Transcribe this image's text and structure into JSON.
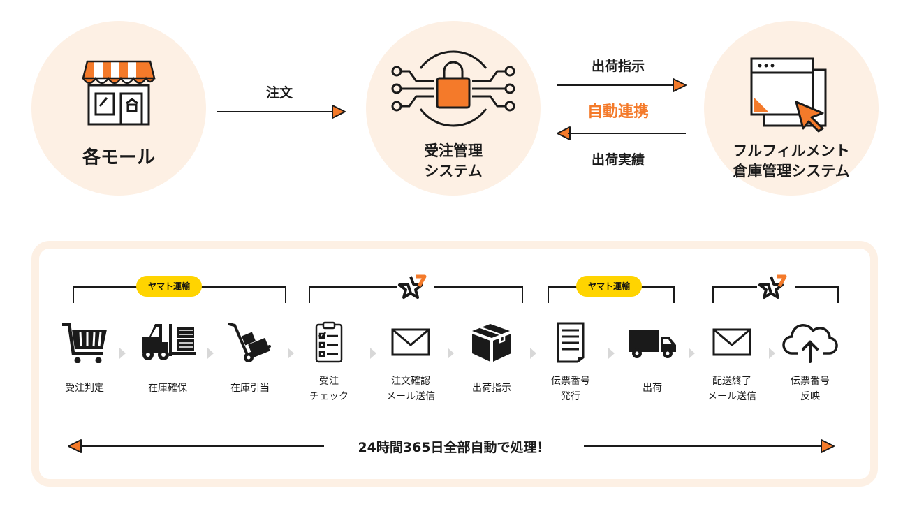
{
  "top": {
    "malls": {
      "label": "各モール"
    },
    "oms": {
      "line1": "受注管理",
      "line2": "システム"
    },
    "wms": {
      "line1": "フルフィルメント",
      "line2": "倉庫管理システム"
    },
    "order_label": "注文",
    "ship_instruction_label": "出荷指示",
    "auto_link_label": "自動連携",
    "ship_result_label": "出荷実績"
  },
  "process": {
    "badge_text": "ヤマト運輸",
    "steps": [
      {
        "line1": "受注判定",
        "line2": "",
        "icon": "shopping-cart-icon"
      },
      {
        "line1": "在庫確保",
        "line2": "",
        "icon": "forklift-icon"
      },
      {
        "line1": "在庫引当",
        "line2": "",
        "icon": "hand-truck-icon"
      },
      {
        "line1": "受注",
        "line2": "チェック",
        "icon": "clipboard-checklist-icon"
      },
      {
        "line1": "注文確認",
        "line2": "メール送信",
        "icon": "envelope-icon"
      },
      {
        "line1": "出荷指示",
        "line2": "",
        "icon": "package-box-icon"
      },
      {
        "line1": "伝票番号",
        "line2": "発行",
        "icon": "document-icon"
      },
      {
        "line1": "出荷",
        "line2": "",
        "icon": "delivery-truck-icon"
      },
      {
        "line1": "配送終了",
        "line2": "メール送信",
        "icon": "envelope-icon"
      },
      {
        "line1": "伝票番号",
        "line2": "反映",
        "icon": "cloud-upload-icon"
      }
    ],
    "bottom_label": "24時間365日全部自動で処理！"
  },
  "colors": {
    "accent": "#f47a2a",
    "circle_bg": "#fdf0e4",
    "badge_bg": "#ffd400",
    "dark": "#1a1a1a"
  }
}
